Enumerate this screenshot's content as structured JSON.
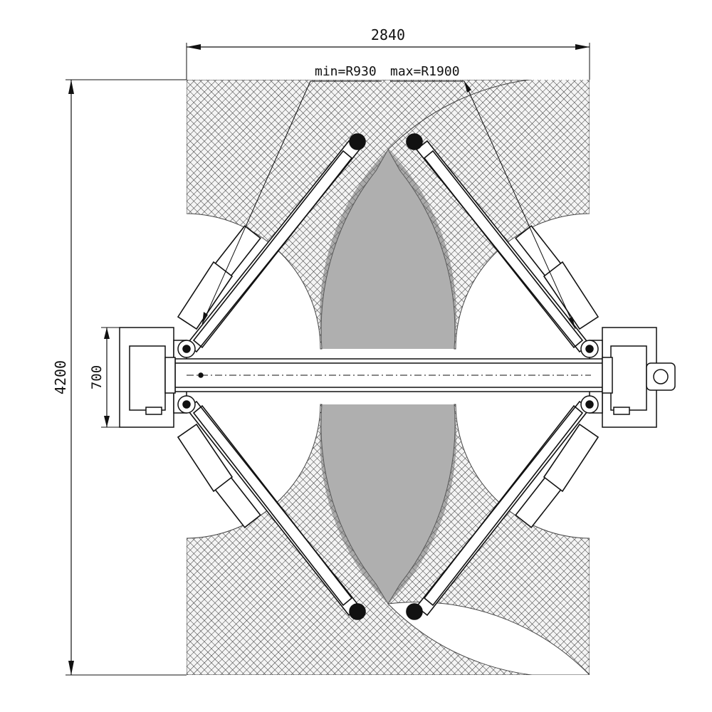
{
  "dimensions": {
    "overall_width": "2840",
    "overall_length": "4200",
    "column_depth": "700",
    "arm_min_radius": "min=R930",
    "arm_max_radius": "max=R1900"
  },
  "colors": {
    "line": "#111111",
    "sweep_fill": "#8a8a8a",
    "overlap_fill": "#555555",
    "background": "#ffffff"
  }
}
